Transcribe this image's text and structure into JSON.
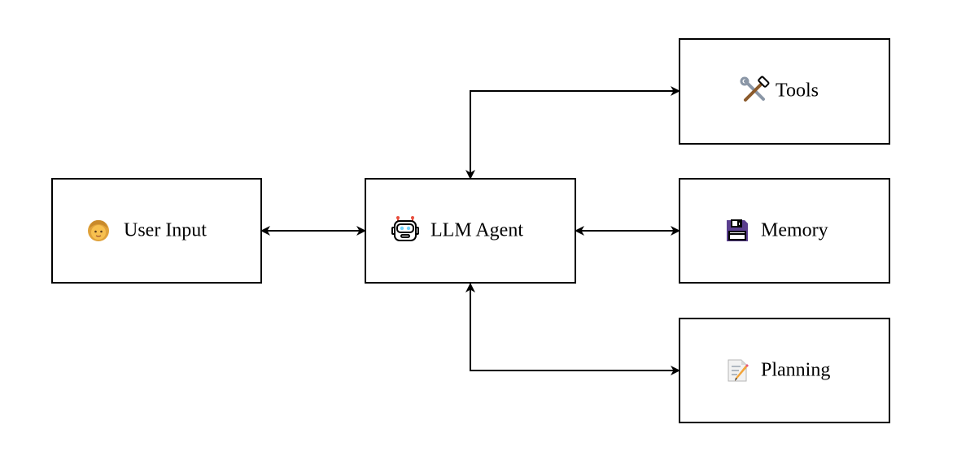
{
  "nodes": {
    "user_input": {
      "label": "User Input",
      "icon": "person-icon"
    },
    "agent": {
      "label": "LLM Agent",
      "icon": "robot-icon"
    },
    "tools": {
      "label": "Tools",
      "icon": "hammer-wrench-icon"
    },
    "memory": {
      "label": "Memory",
      "icon": "floppy-disk-icon"
    },
    "planning": {
      "label": "Planning",
      "icon": "memo-pencil-icon"
    }
  },
  "colors": {
    "stroke": "#000000",
    "background": "#ffffff",
    "person_skin": "#f7c04f",
    "robot_body": "#b8c0cc",
    "robot_accent": "#e74c3c",
    "floppy_body": "#5b3f8f",
    "floppy_label": "#e84e5a",
    "memo_pencil": "#f3a53a"
  }
}
